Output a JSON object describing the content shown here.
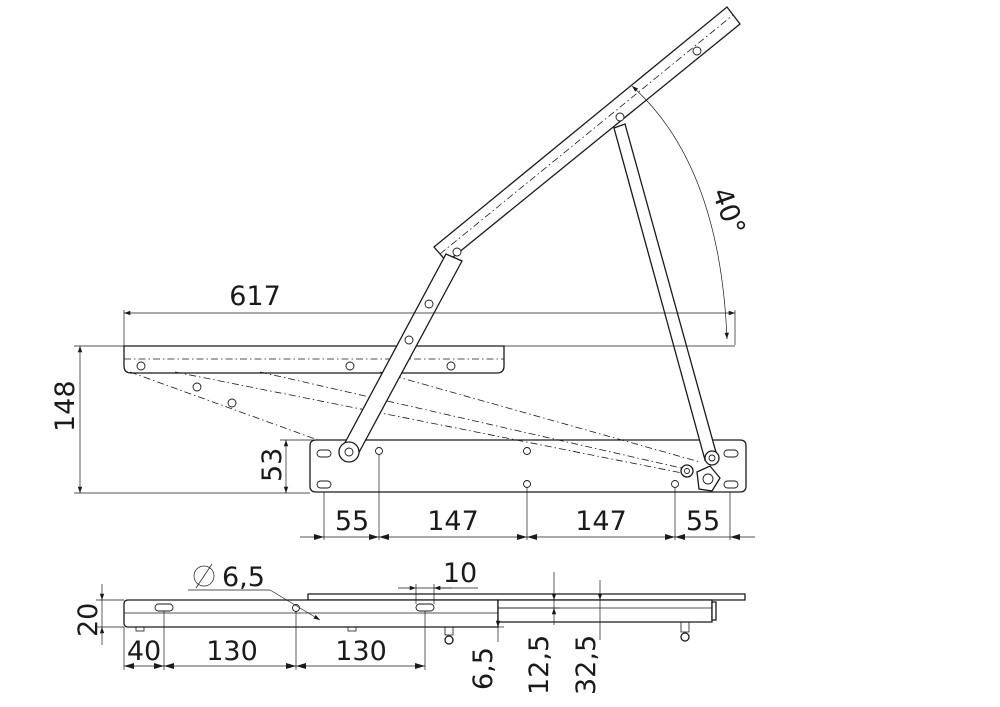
{
  "dimensions": {
    "total_length": "617",
    "height_open": "148",
    "base_height": "53",
    "spacing_left": "55",
    "spacing_mid1": "147",
    "spacing_mid2": "147",
    "spacing_right": "55",
    "angle": "40°",
    "hole_diameter": "6,5",
    "slot_width": "10",
    "side_height": "20",
    "side_offset": "40",
    "side_span1": "130",
    "side_span2": "130",
    "depth_a": "6,5",
    "depth_b": "12,5",
    "depth_c": "32,5"
  }
}
